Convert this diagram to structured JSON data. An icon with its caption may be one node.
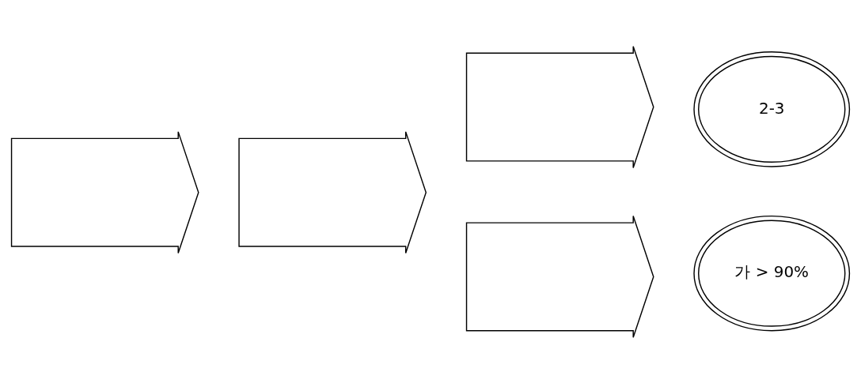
{
  "diagram": {
    "nodes": [
      {
        "text": [],
        "shape": "arrow"
      },
      {
        "text": [],
        "shape": "arrow"
      },
      {
        "text": [],
        "shape": "arrow"
      },
      {
        "text": [],
        "shape": "arrow"
      },
      {
        "text": [
          "2-3"
        ]
      },
      {
        "text": [
          "가 > 90%"
        ]
      }
    ]
  }
}
